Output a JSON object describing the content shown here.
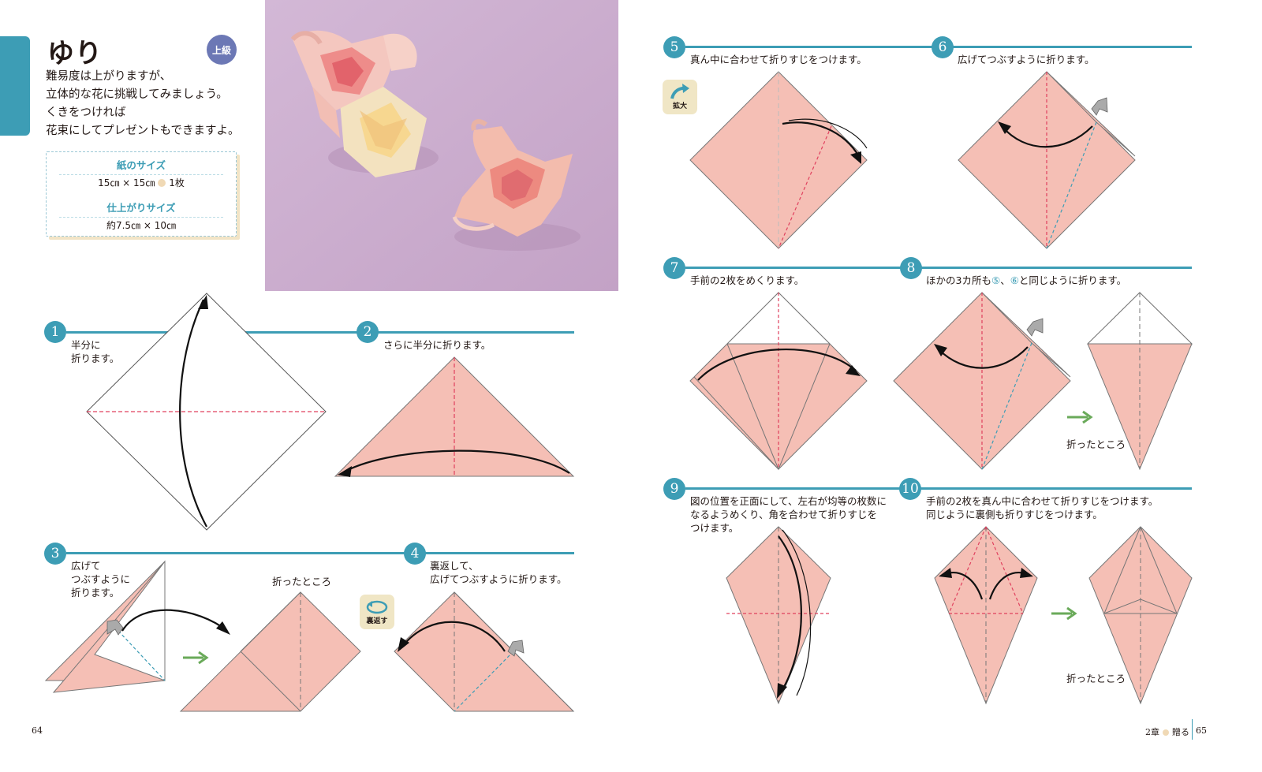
{
  "left_page": {
    "title": "ゆり",
    "level_badge": "上級",
    "intro_lines": [
      "難易度は上がりますが、",
      "立体的な花に挑戦してみましょう。",
      "くきをつければ",
      "花束にしてプレゼントもできますよ。"
    ],
    "paper_size_label": "紙のサイズ",
    "paper_size_value_a": "15㎝ × 15㎝",
    "paper_size_value_b": "1枚",
    "finished_size_label": "仕上がりサイズ",
    "finished_size_value": "約7.5㎝ × 10㎝",
    "page_number": "64"
  },
  "steps": {
    "s1": {
      "num": "1",
      "caption_lines": [
        "半分に",
        "折ります。"
      ]
    },
    "s2": {
      "num": "2",
      "caption": "さらに半分に折ります。"
    },
    "s3": {
      "num": "3",
      "caption_lines": [
        "広げて",
        "つぶすように",
        "折ります。"
      ],
      "result": "折ったところ"
    },
    "s4": {
      "num": "4",
      "caption_lines": [
        "裏返して、",
        "広げてつぶすように折ります。"
      ],
      "badge": "裏返す"
    },
    "s5": {
      "num": "5",
      "caption": "真ん中に合わせて折りすじをつけます。",
      "badge": "拡大"
    },
    "s6": {
      "num": "6",
      "caption": "広げてつぶすように折ります。"
    },
    "s7": {
      "num": "7",
      "caption": "手前の2枚をめくります。"
    },
    "s8": {
      "num": "8",
      "caption_pre": "ほかの3カ所も",
      "ref5": "⑤",
      "sep": "、",
      "ref6": "⑥",
      "caption_post": "と同じように折ります。",
      "result": "折ったところ"
    },
    "s9": {
      "num": "9",
      "caption_lines": [
        "図の位置を正面にして、左右が均等の枚数に",
        "なるようめくり、角を合わせて折りすじを",
        "つけます。"
      ]
    },
    "s10": {
      "num": "10",
      "caption_lines": [
        "手前の2枚を真ん中に合わせて折りすじをつけます。",
        "同じように裏側も折りすじをつけます。"
      ],
      "result": "折ったところ"
    }
  },
  "right_page": {
    "chapter": "2章",
    "chapter_title": "贈る",
    "page_number": "65"
  },
  "colors": {
    "accent": "#3d9db5",
    "paper_pink": "#f5bfb5",
    "crease_red": "#e0405e",
    "crease_blue": "#3d9db5",
    "arrow_green": "#6aaa5a",
    "level_purple": "#6c78b5",
    "photo_bg": "#cfb2d2"
  }
}
